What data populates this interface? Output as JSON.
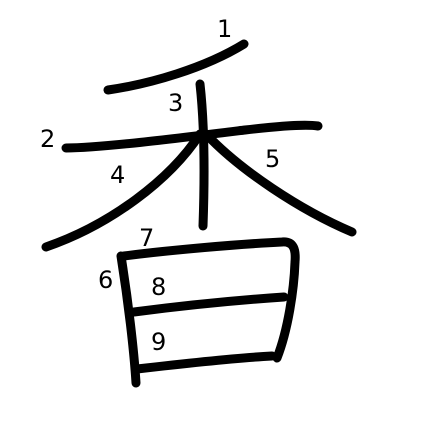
{
  "character": {
    "stroke_color": "#000000",
    "background_color": "#ffffff"
  },
  "stroke_numbers": {
    "n1": "1",
    "n2": "2",
    "n3": "3",
    "n4": "4",
    "n5": "5",
    "n6": "6",
    "n7": "7",
    "n8": "8",
    "n9": "9"
  }
}
